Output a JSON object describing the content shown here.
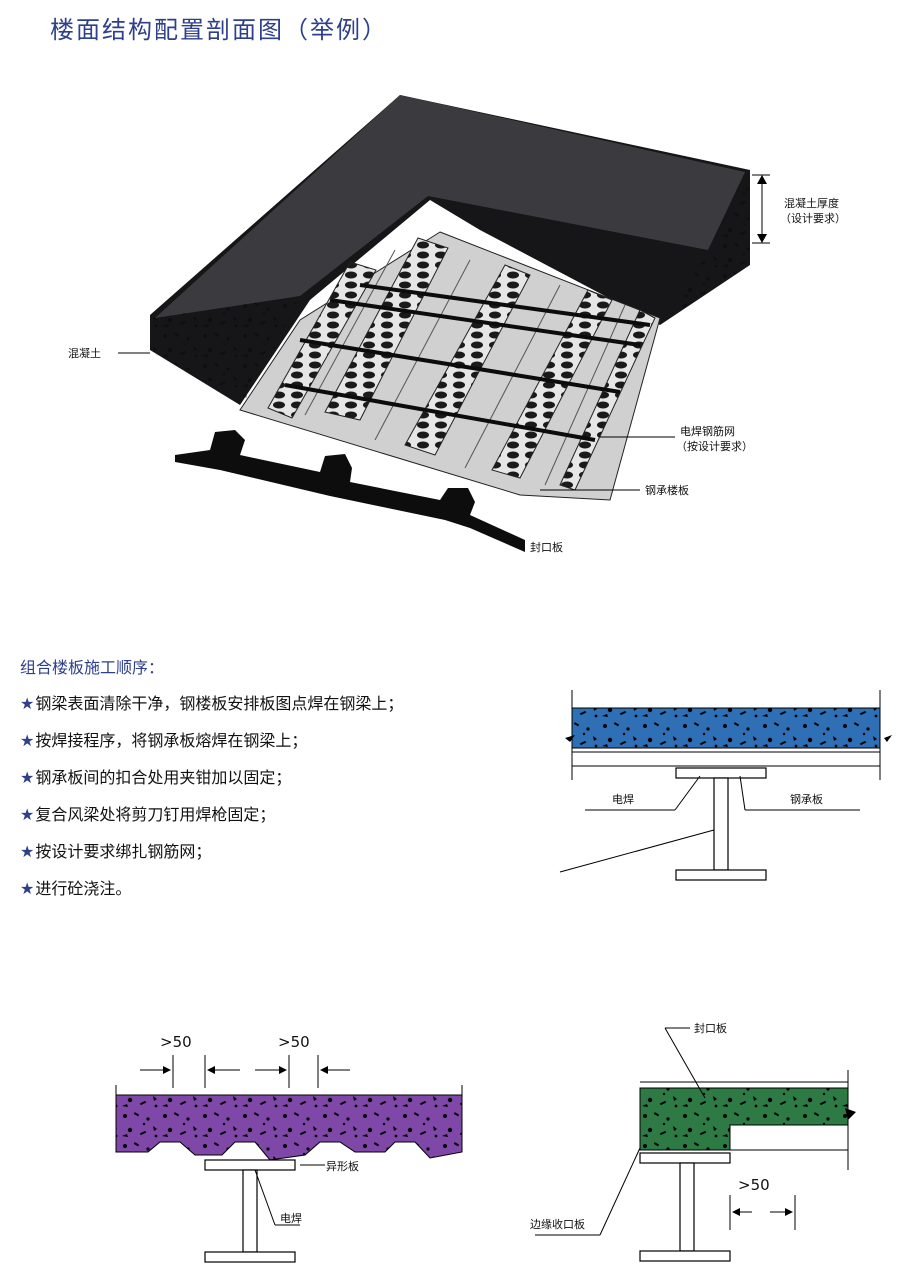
{
  "title": "楼面结构配置剖面图（举例）",
  "diagram1": {
    "labels": {
      "concrete": "混凝土",
      "concrete_thickness": "混凝土厚度",
      "by_design": "（设计要求）",
      "mesh": "电焊钢筋网",
      "mesh_note": "（按设计要求）",
      "deck": "钢承楼板",
      "closure": "封口板"
    },
    "colors": {
      "concrete": "#3b3b3f",
      "concrete_edge": "#121214",
      "deck": "#d2d2d2"
    }
  },
  "sequence": {
    "title": "组合楼板施工顺序：",
    "steps": [
      "钢梁表面清除干净，钢楼板安排板图点焊在钢梁上；",
      "按焊接程序，将钢承板熔焊在钢梁上；",
      "钢承板间的扣合处用夹钳加以固定；",
      "复合风梁处将剪刀钉用焊枪固定；",
      "按设计要求绑扎钢筋网；",
      "进行砼浇注。"
    ]
  },
  "diagram2": {
    "labels": {
      "weld": "电焊",
      "deck": "钢承板"
    },
    "color": "#2f6fb5"
  },
  "diagram3": {
    "labels": {
      "dim1": ">50",
      "dim2": ">50",
      "special": "异形板",
      "weld": "电焊"
    },
    "color": "#7f47a8"
  },
  "diagram4": {
    "labels": {
      "closure": "封口板",
      "dim": ">50",
      "edge": "边缘收口板"
    },
    "color": "#2d7a45"
  }
}
